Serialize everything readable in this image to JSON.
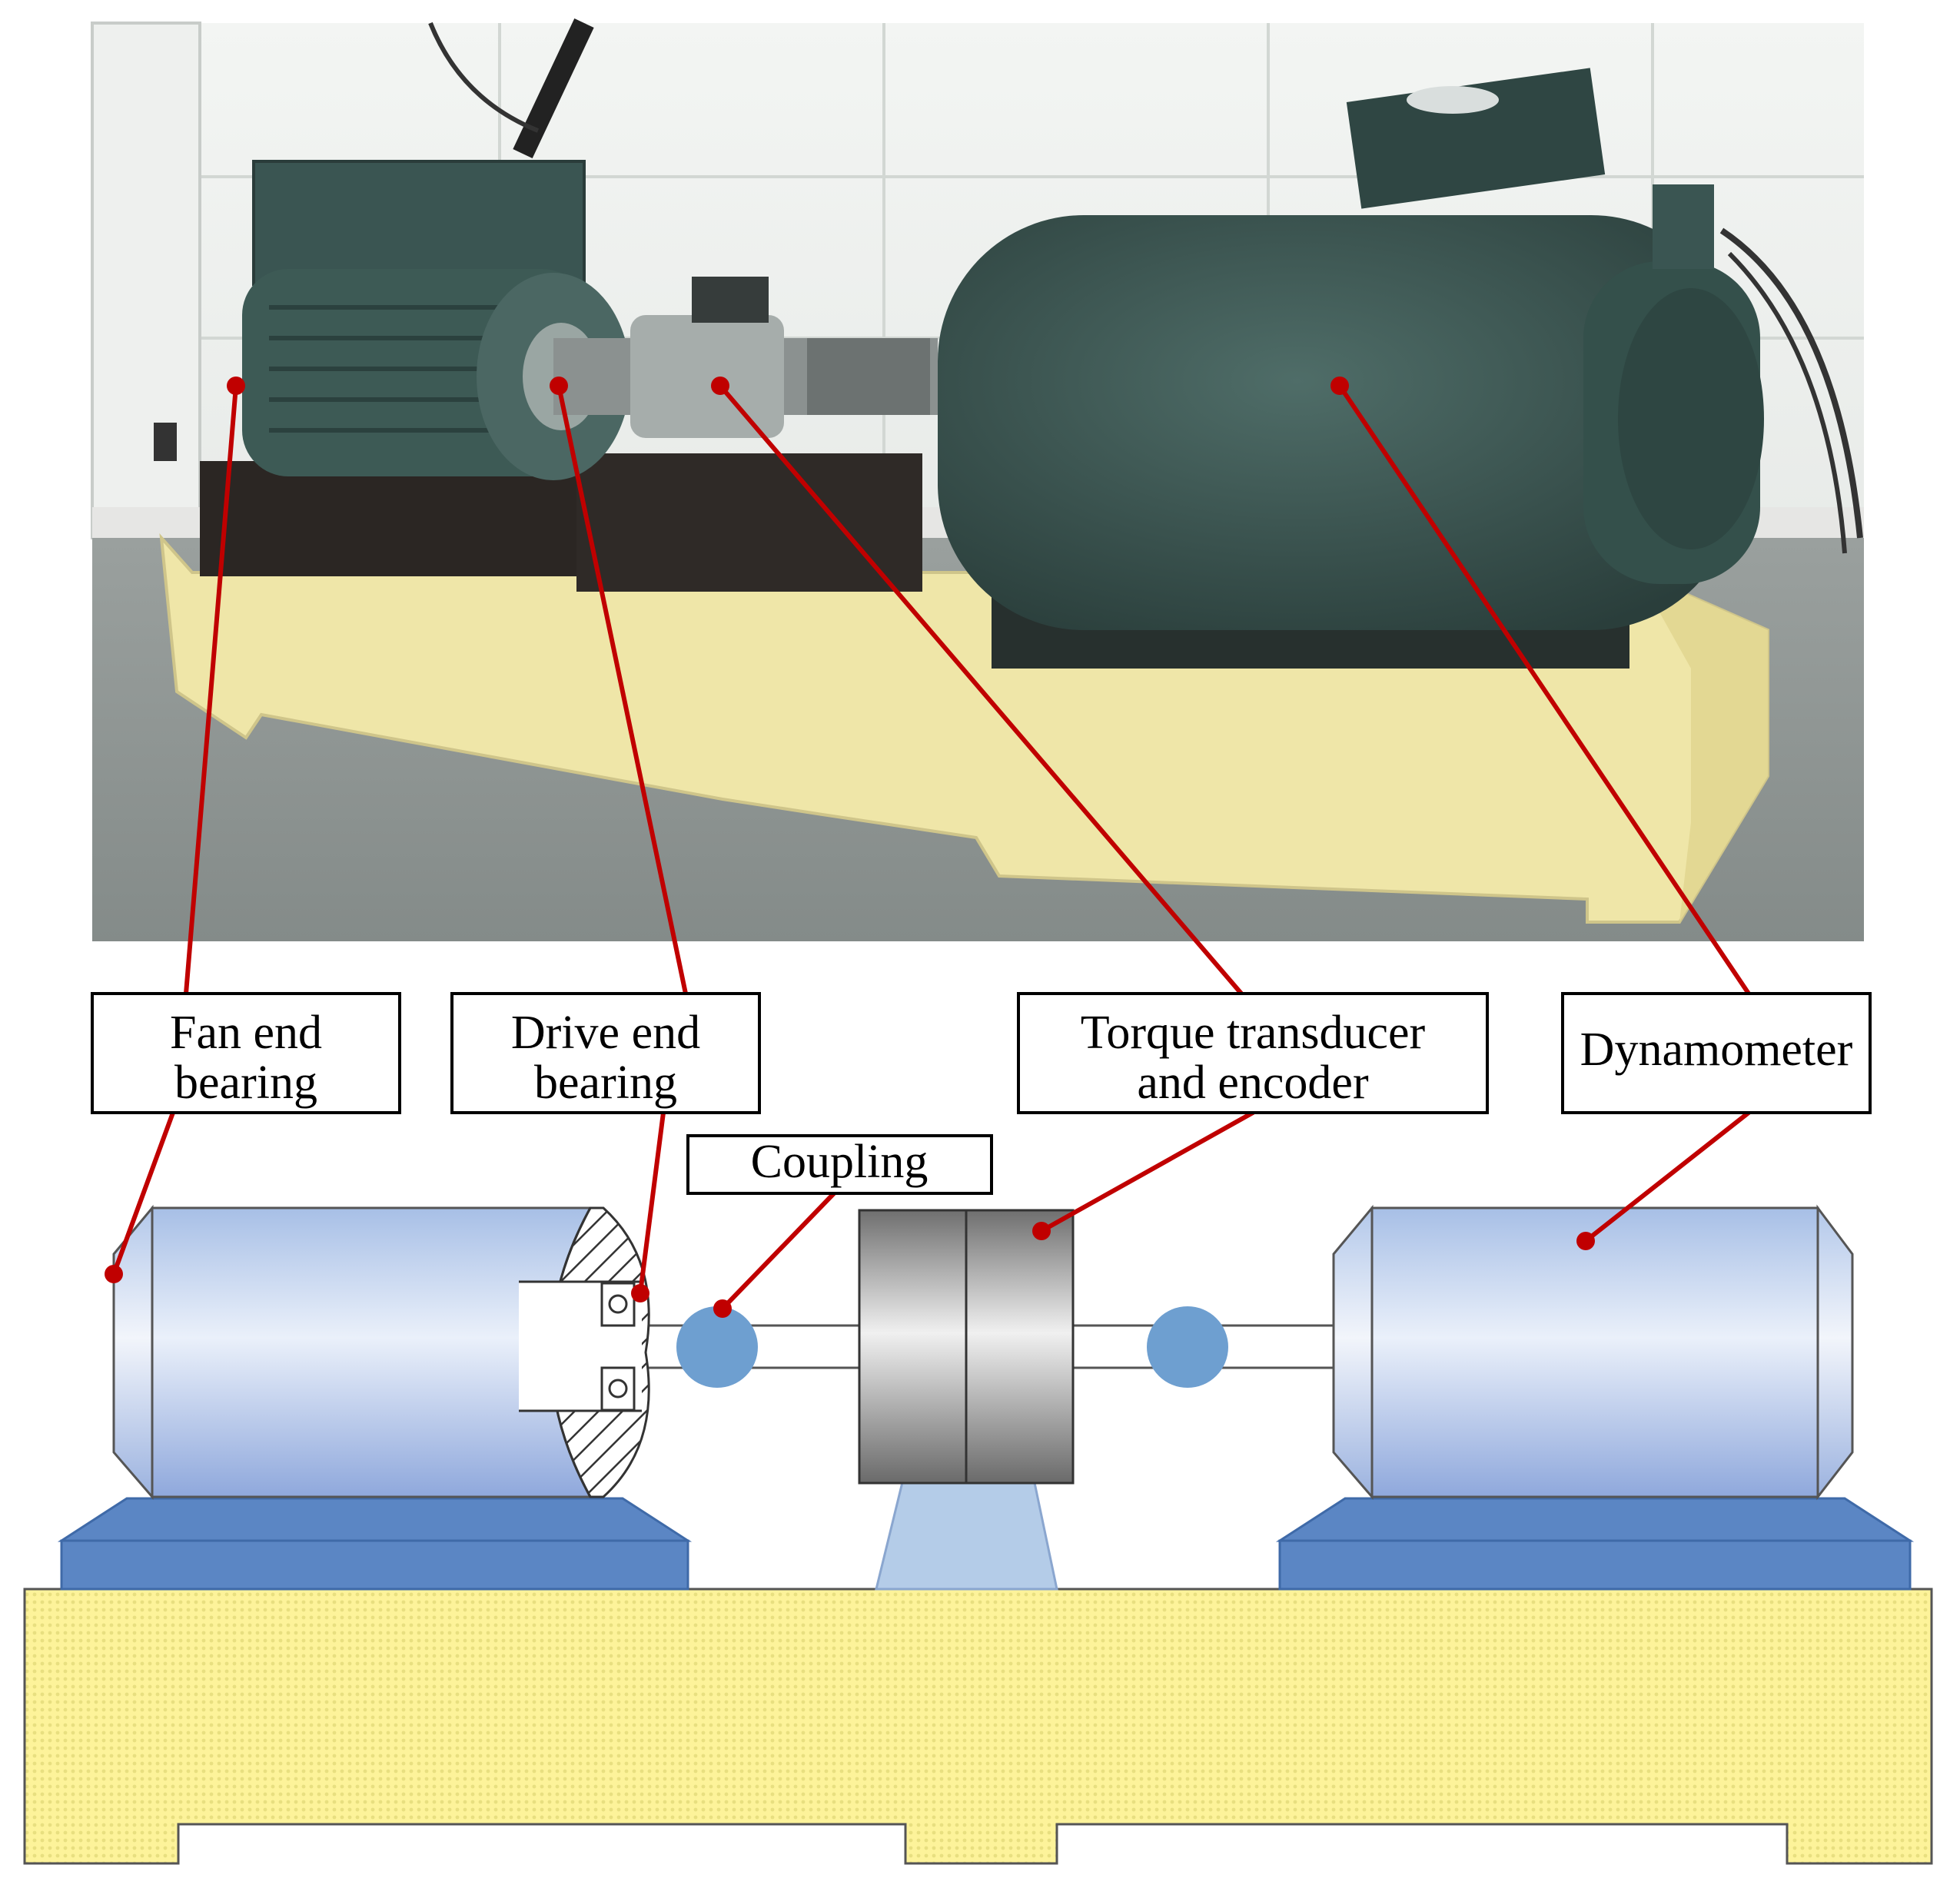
{
  "labels": {
    "fan_end_line1": "Fan end",
    "fan_end_line2": "bearing",
    "drive_end_line1": "Drive end",
    "drive_end_line2": "bearing",
    "torque_line1": "Torque transducer",
    "torque_line2": "and encoder",
    "dynamometer": "Dynamometer",
    "coupling": "Coupling"
  },
  "colors": {
    "leader": "#c00000",
    "motor_blue": "#b9cbe8",
    "coupling_blue": "#6e9fd0",
    "base_blue": "#5b86c4",
    "bed_yellow": "#fdf6a0",
    "photo_motor": "#3d5a55",
    "photo_bed": "#efe6a8"
  }
}
